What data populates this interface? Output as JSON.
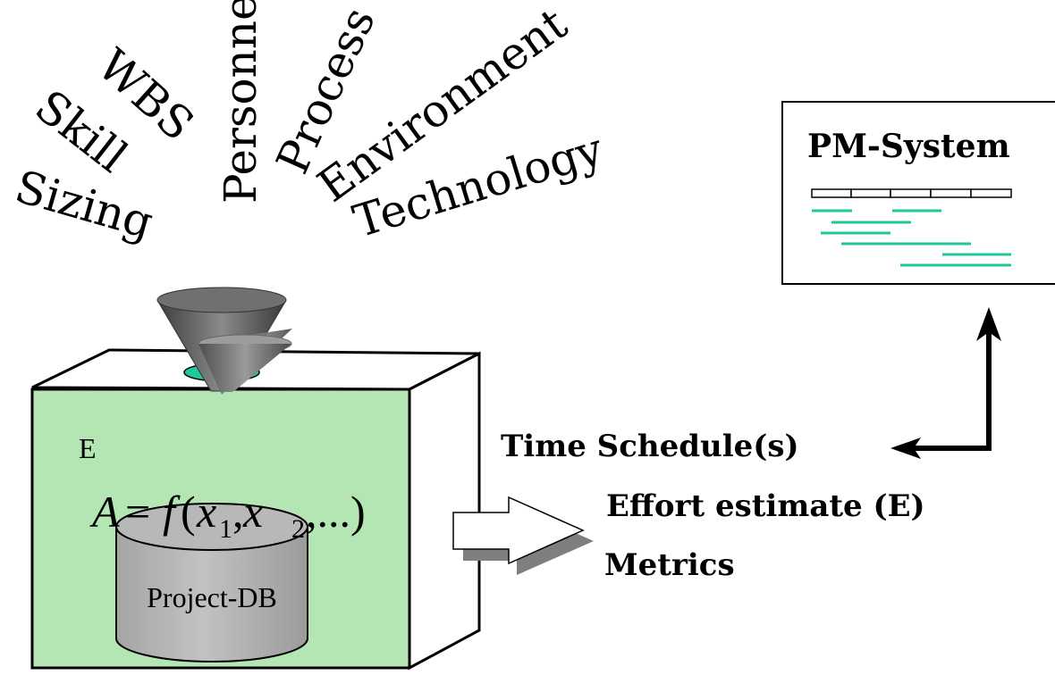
{
  "input_factors": [
    {
      "key": "wbs",
      "label": "WBS"
    },
    {
      "key": "skill",
      "label": "Skill"
    },
    {
      "key": "sizing",
      "label": "Sizing"
    },
    {
      "key": "personnel",
      "label": "Personnel"
    },
    {
      "key": "process",
      "label": "Process"
    },
    {
      "key": "environment",
      "label": "Environment"
    },
    {
      "key": "technology",
      "label": "Technology"
    }
  ],
  "estimation_box": {
    "label": "E",
    "formula": {
      "lhs": "A",
      "eq": "=",
      "func": "f",
      "open": "(",
      "x1": "x",
      "sub1": "1",
      "comma1": ",",
      "x2": "x",
      "sub2": "2",
      "rest": ",...)"
    },
    "database_label": "Project-DB"
  },
  "outputs": {
    "time_schedule": "Time Schedule(s)",
    "effort_estimate": "Effort estimate (E)",
    "metrics": "Metrics"
  },
  "pm_system": {
    "title": "PM-System"
  },
  "colors": {
    "box_face": "#b3e6b3",
    "gantt_bar": "#1fc79a",
    "cylinder": "#b3b3b3",
    "funnel_dark": "#5a5a5a",
    "outline": "#000000"
  }
}
